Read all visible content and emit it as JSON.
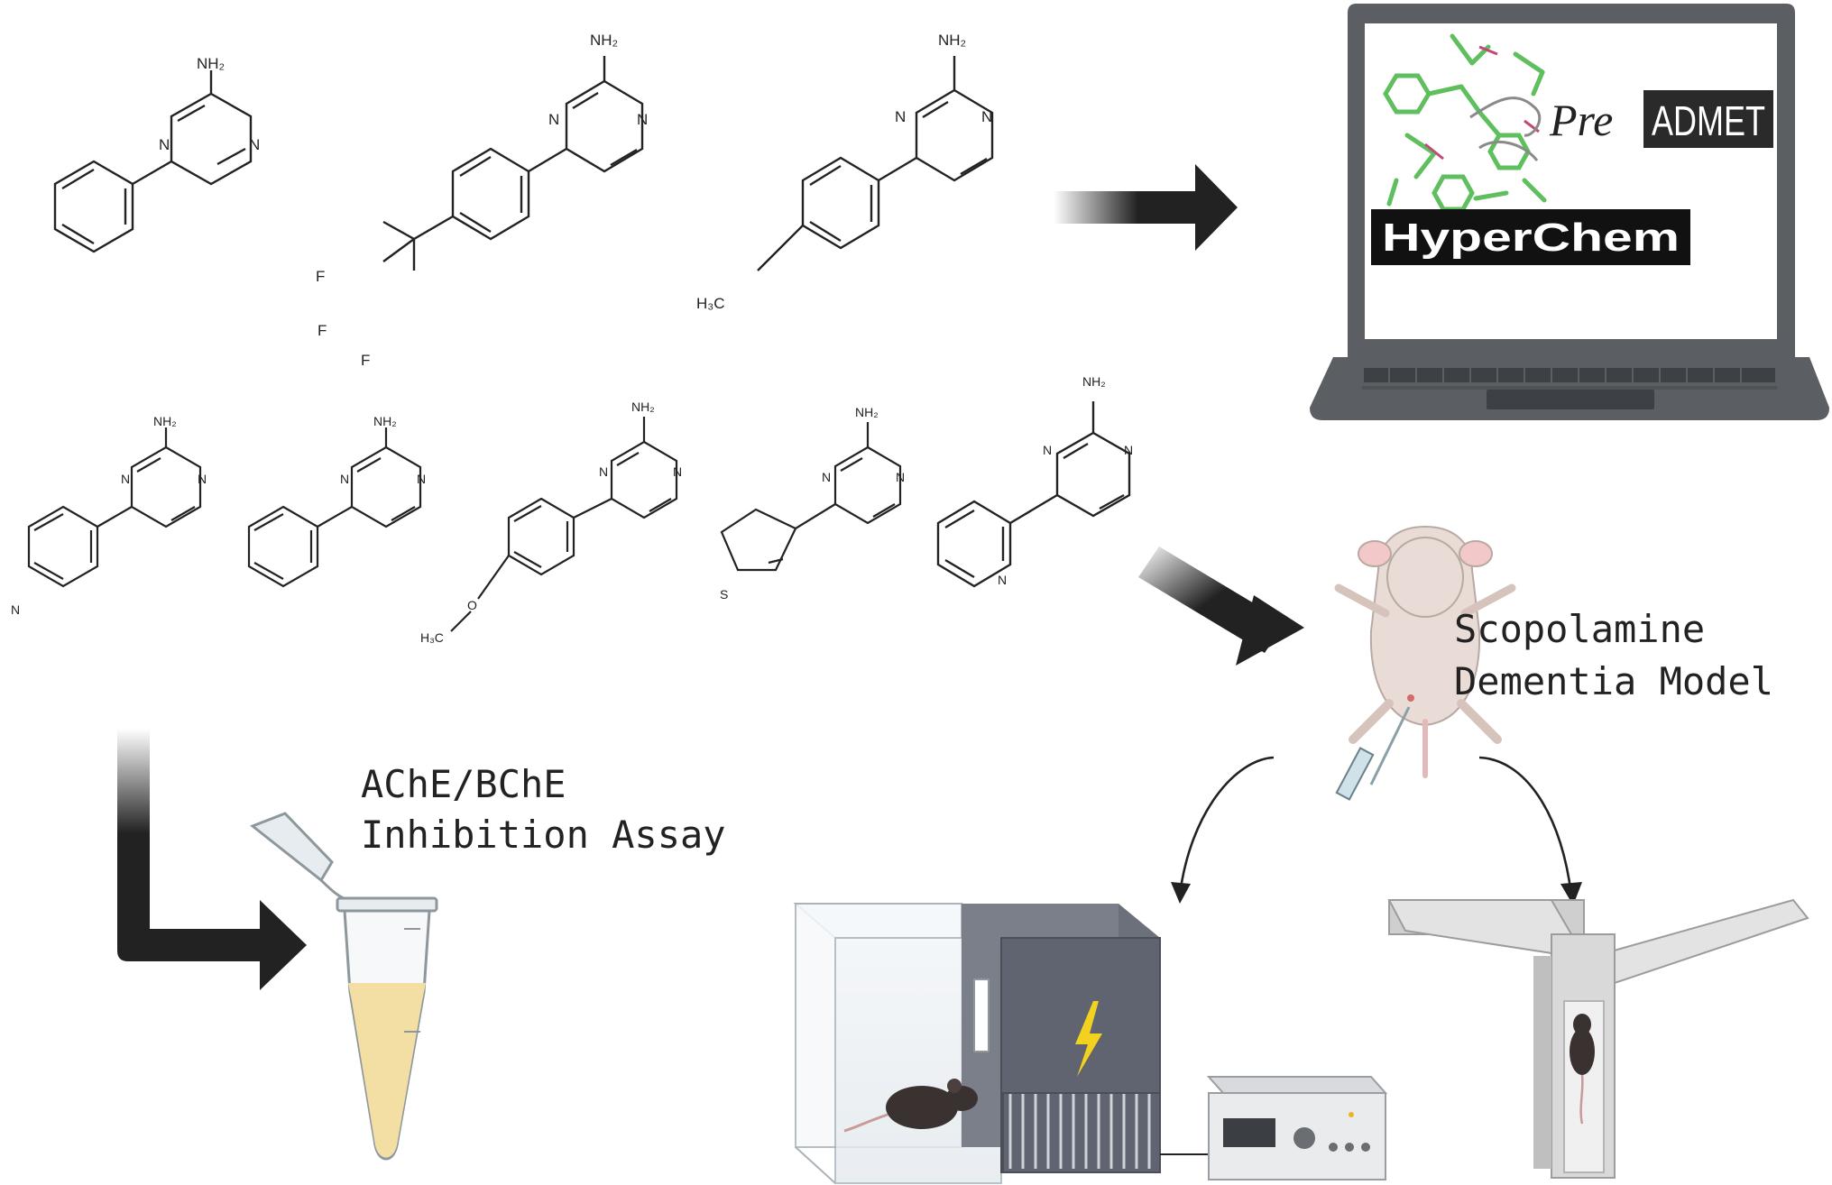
{
  "labels": {
    "preadmet_pre": "Pre",
    "preadmet_admet": "ADMET",
    "hyperchem": "HyperChem",
    "scopolamine_line1": "Scopolamine",
    "scopolamine_line2": "Dementia Model",
    "assay_line1": "AChE/BChE",
    "assay_line2": "Inhibition Assay"
  },
  "atoms": {
    "amine": "NH₂",
    "n": "N",
    "f": "F",
    "s": "S",
    "o": "O",
    "methyl": "H₃C"
  },
  "colors": {
    "ink": "#222222",
    "laptop_body": "#5b5f63",
    "laptop_dark": "#3d4044",
    "box_dark": "#5f6470",
    "liquid": "#f3dfa3",
    "bolt": "#f2d21e",
    "mouse": "#3a3230",
    "rat": "#e9dcd6",
    "ymaze": "#d9d9d9",
    "molecule_green": "#5fbf5f"
  },
  "icons": [
    "laptop-icon",
    "molecule-visual-icon",
    "rat-icon",
    "syringe-icon",
    "microtube-icon",
    "shuttle-box-icon",
    "lightning-icon",
    "mouse-icon",
    "stimulator-icon",
    "y-maze-icon"
  ]
}
